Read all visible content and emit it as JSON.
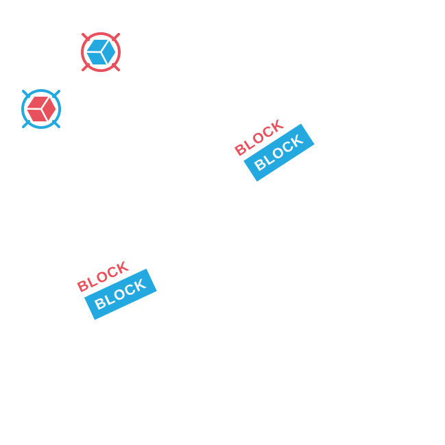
{
  "scene": {
    "background": "#ffffff",
    "colors": {
      "red": "#e8505b",
      "blue": "#24a8e0",
      "white": "#ffffff"
    },
    "targets": [
      {
        "icon": "blue-cube-icon",
        "ring": "red",
        "cube": "blue"
      },
      {
        "icon": "red-cube-icon",
        "ring": "blue",
        "cube": "red"
      }
    ],
    "logos": [
      {
        "top_word": "BLOCK",
        "bottom_word": "BLOCK"
      },
      {
        "top_word": "BLOCK",
        "bottom_word": "BLOCK"
      }
    ]
  }
}
